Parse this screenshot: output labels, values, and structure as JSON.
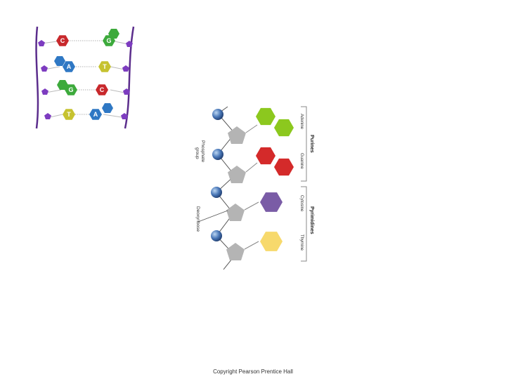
{
  "ladder": {
    "pairs": [
      {
        "left": "C",
        "right": "G"
      },
      {
        "left": "A",
        "right": "T"
      },
      {
        "left": "G",
        "right": "C"
      },
      {
        "left": "T",
        "right": "A"
      }
    ]
  },
  "nucleotides": {
    "groups": {
      "purines": "Purines",
      "pyrimidines": "Pyrimidines"
    },
    "bases": {
      "adenine": "Adenine",
      "guanine": "Guanine",
      "cytosine": "Cytosine",
      "thymine": "Thymine"
    },
    "labels": {
      "phosphate_line1": "Phosphate",
      "phosphate_line2": "group",
      "deoxyribose": "Deoxyribose"
    }
  },
  "colors": {
    "C": "#c8282c",
    "G": "#3daa3c",
    "A": "#2f78c4",
    "T": "#c6c230",
    "backbone": "#5b2d8c",
    "sugar": "#b4b4b4",
    "adenine": "#8cc81e",
    "guanine": "#d42a2a",
    "cytosine": "#7a5ca6",
    "thymine": "#f7d96c"
  },
  "footer": {
    "copyright": "Copyright Pearson Prentice Hall"
  }
}
